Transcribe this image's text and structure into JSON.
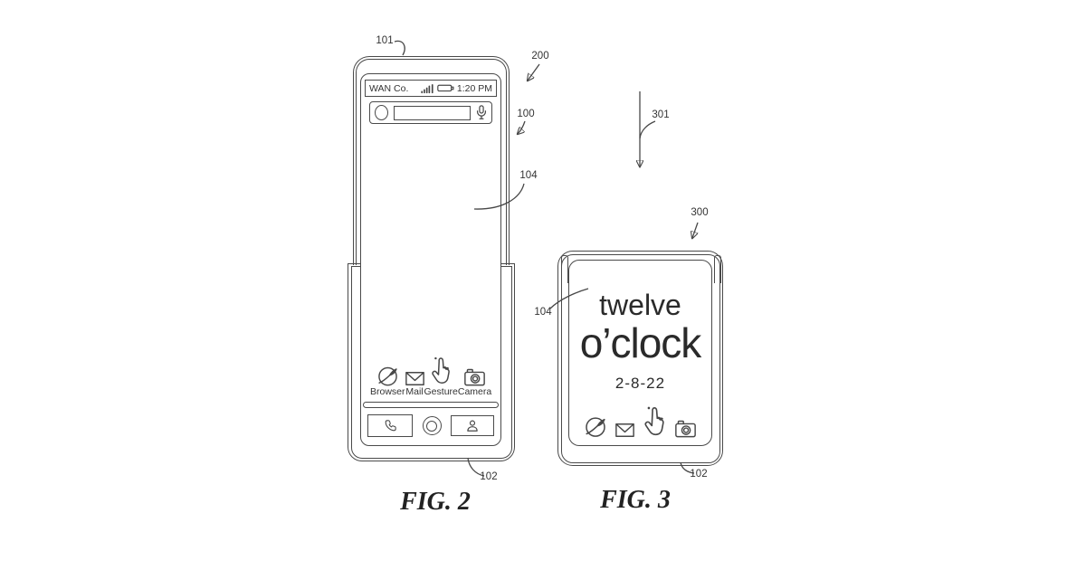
{
  "fig2": {
    "caption": "FIG. 2",
    "status_bar": {
      "carrier": "WAN Co.",
      "time": "1:20 PM",
      "icons": [
        "signal-strength",
        "battery"
      ]
    },
    "search_bar": {
      "value": "",
      "icons": [
        "search-lens",
        "microphone"
      ]
    },
    "app_icons": [
      {
        "icon": "browser-globe",
        "label": "Browser"
      },
      {
        "icon": "mail-envelope",
        "label": "Mail"
      },
      {
        "icon": "gesture-hand",
        "label": "Gesture"
      },
      {
        "icon": "camera",
        "label": "Camera"
      }
    ],
    "dock": {
      "buttons": [
        "phone-handset",
        "home-ring",
        "contacts-person"
      ]
    }
  },
  "fig3": {
    "caption": "FIG. 3",
    "clock": {
      "line1": "twelve",
      "line2": "o’clock"
    },
    "date": "2-8-22",
    "app_icons": [
      "browser-globe",
      "mail-envelope",
      "gesture-hand",
      "camera"
    ]
  },
  "reference_numerals": {
    "upper_housing": "101",
    "device_fig2": "200",
    "display_assembly": "100",
    "display_fig2": "104",
    "transition_arrow": "301",
    "device_fig3": "300",
    "display_fig3": "104",
    "lower_housing_fig2": "102",
    "lower_housing_fig3": "102"
  },
  "colors": {
    "background": "#ffffff",
    "line": "#474747",
    "text_dark": "#2a2a2a",
    "label": "#333333"
  }
}
